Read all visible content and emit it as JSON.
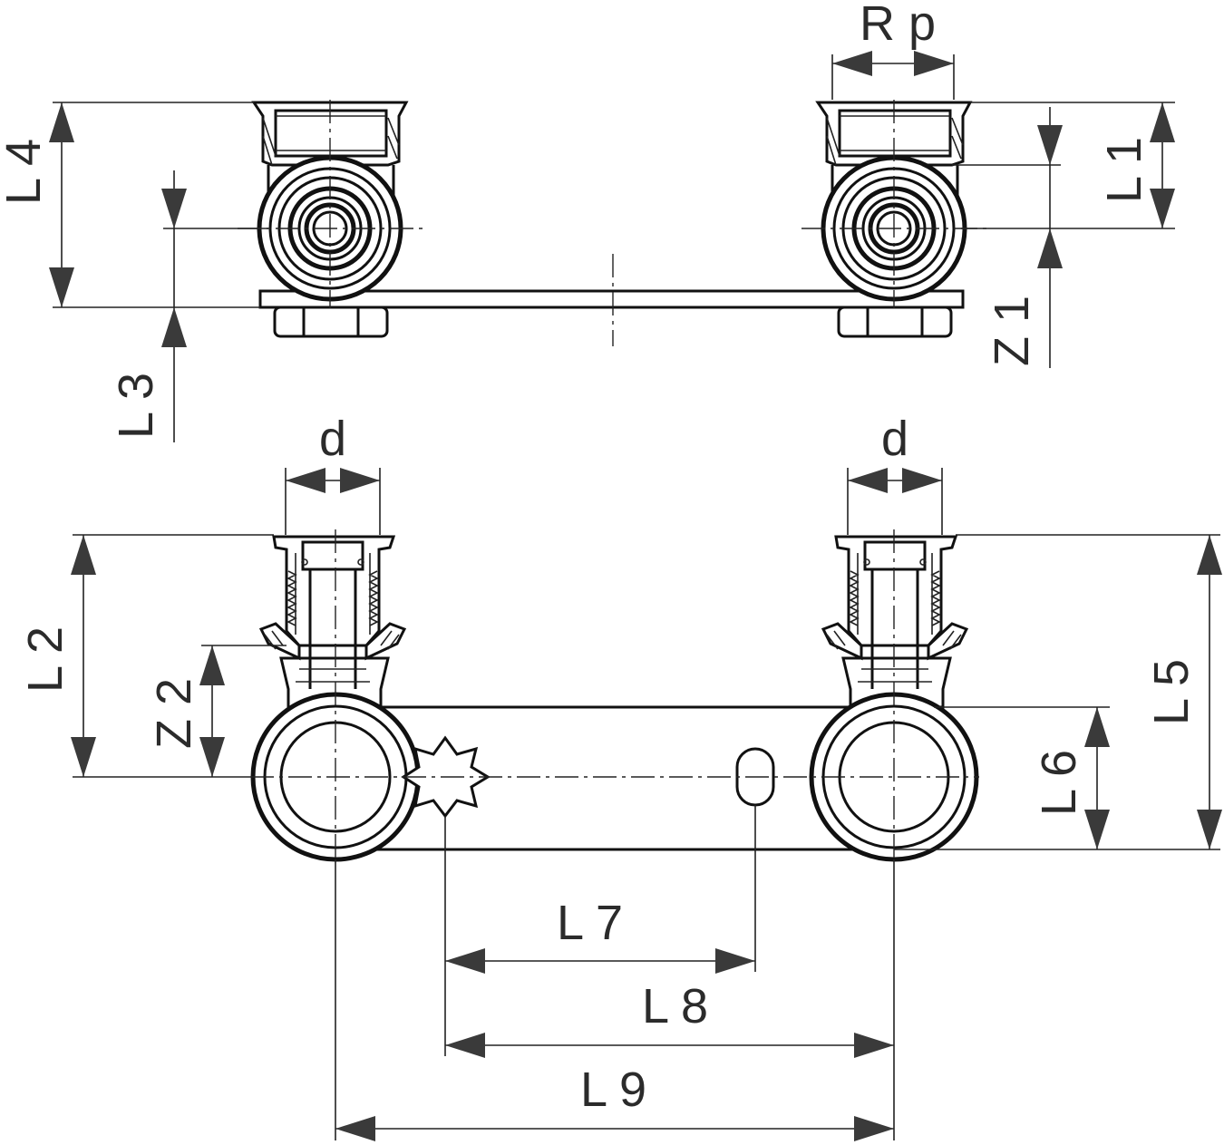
{
  "labels": {
    "rp": "R p",
    "l1": "L 1",
    "l2": "L 2",
    "l3": "L 3",
    "l4": "L 4",
    "l5": "L 5",
    "l6": "L 6",
    "l7": "L 7",
    "l8": "L 8",
    "l9": "L 9",
    "z1": "Z 1",
    "z2": "Z 2",
    "d_left": "d",
    "d_right": "d"
  }
}
